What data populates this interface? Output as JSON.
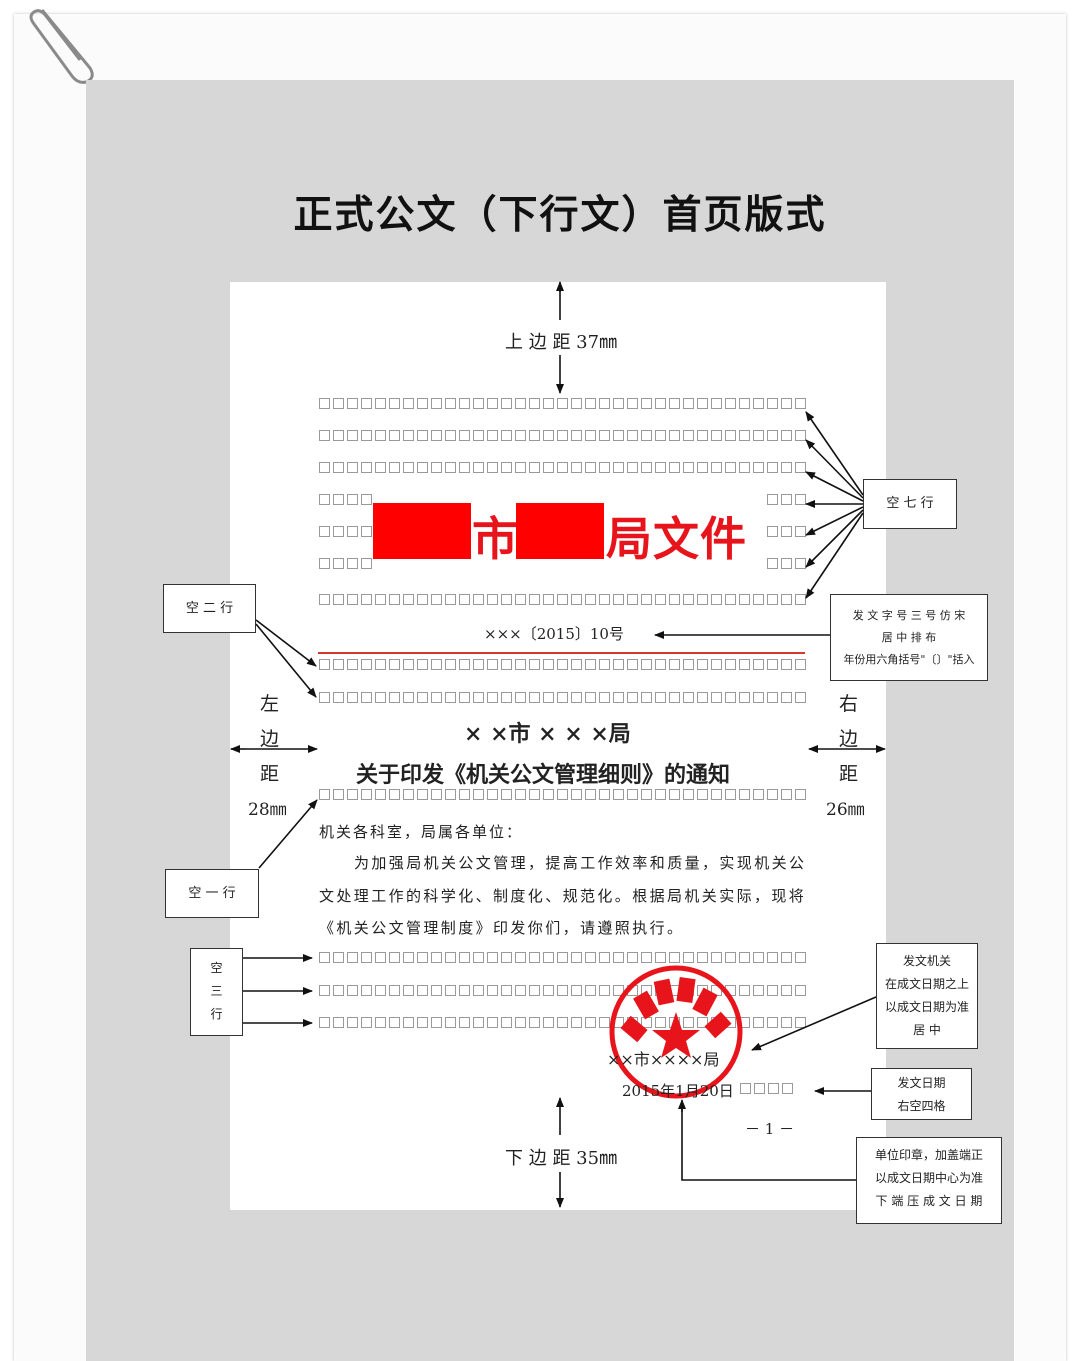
{
  "page_title": "正式公文（下行文）首页版式",
  "margins": {
    "top": "上 边 距 37㎜",
    "bottom": "下 边 距 35㎜",
    "left": [
      "左",
      "边",
      "距",
      "28㎜"
    ],
    "right": [
      "右",
      "边",
      "距",
      "26㎜"
    ]
  },
  "header": {
    "red_part1": "市",
    "red_part2": "局文件"
  },
  "doc_number": "×××〔2015〕10号",
  "issuer": "×  ×市 ×  ×  ×局",
  "doc_title": "关于印发《机关公文管理细则》的通知",
  "salutation": "机关各科室，局属各单位：",
  "body_lines": [
    "为加强局机关公文管理，提高工作效率和质量，实现机关公",
    "文处理工作的科学化、制度化、规范化。根据局机关实际，现将",
    "《机关公文管理制度》印发你们，请遵照执行。"
  ],
  "signature": "××市××××局",
  "date": "2015年1月20日",
  "page_number": "－ 1 －",
  "labels": {
    "seven_lines": "空 七 行",
    "two_lines": "空 二 行",
    "one_line": "空 一 行",
    "three_lines": [
      "空",
      "三",
      "行"
    ],
    "doc_number_note": [
      "发 文 字 号 三 号 仿 宋",
      "居  中  排  布",
      "年份用六角括号\"〔〕\"括入"
    ],
    "issuer_note": [
      "发文机关",
      "在成文日期之上",
      "以成文日期为准",
      "居     中"
    ],
    "date_note": [
      "发文日期",
      "右空四格"
    ],
    "seal_note": [
      "单位印章，加盖端正",
      "以成文日期中心为准",
      "下 端 压 成 文 日 期"
    ]
  },
  "colors": {
    "red": "#e8141b",
    "backdrop": "#d7d7d7"
  }
}
